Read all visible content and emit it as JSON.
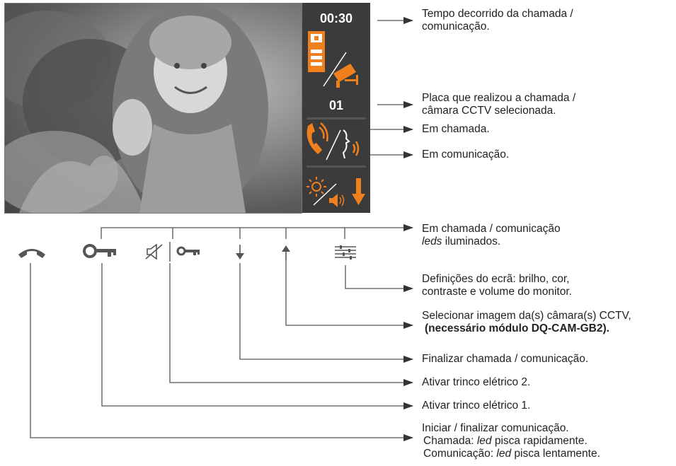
{
  "screen": {
    "timer": "00:30",
    "panel_number": "01"
  },
  "colors": {
    "accent": "#f07f1e",
    "panel": "#3b3b3b",
    "line": "#555555"
  },
  "icons": {
    "door_panel": "door-panel-icon",
    "cctv_camera": "cctv-camera-icon",
    "phone_ringing": "phone-ringing-icon",
    "face_speaking": "face-speaking-icon",
    "brightness": "brightness-icon",
    "volume": "speaker-volume-icon",
    "down_arrow": "down-arrow-icon"
  },
  "buttons": [
    "handset-icon",
    "key-icon",
    "mute-speaker-icon",
    "small-key-icon",
    "down-arrow-icon",
    "up-arrow-icon",
    "settings-sliders-icon"
  ],
  "labels": {
    "elapsed_l1": "Tempo decorrido da chamada /",
    "elapsed_l2": "comunicação.",
    "panel_l1": "Placa que realizou a chamada /",
    "panel_l2": "câmara CCTV selecionada.",
    "in_call": "Em chamada.",
    "in_comm": "Em comunicação.",
    "leds_l1": "Em chamada / comunicação",
    "leds_l2_italic": "leds",
    "leds_l2_rest": " iluminados.",
    "settings_l1": "Definições do ecrã: brilho, cor,",
    "settings_l2": "contraste e volume do monitor.",
    "cctv_l1": "Selecionar imagem da(s) câmara(s) CCTV,",
    "cctv_l2": "(necessário módulo DQ-CAM-GB2).",
    "end_call": "Finalizar chamada / comunicação.",
    "lock2": "Ativar trinco elétrico 2.",
    "lock1": "Ativar trinco elétrico 1.",
    "start_l1": "Iniciar / finalizar comunicação.",
    "start_l2_a": "Chamada: ",
    "start_l2_led": "led",
    "start_l2_b": " pisca rapidamente.",
    "start_l3_a": "Comunicação: ",
    "start_l3_led": "led",
    "start_l3_b": " pisca lentamente."
  }
}
